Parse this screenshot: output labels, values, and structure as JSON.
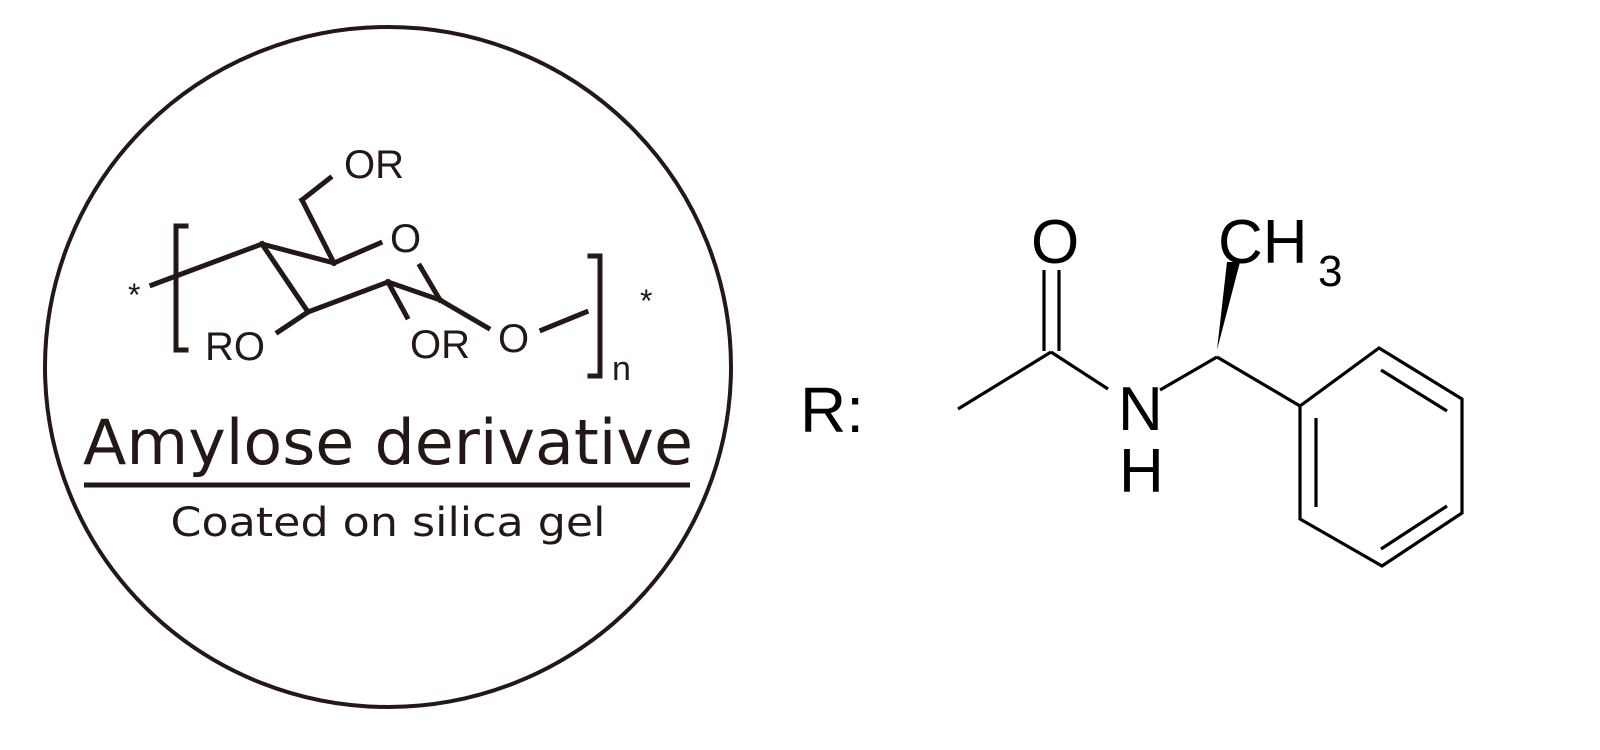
{
  "left_panel": {
    "title": "Amylose derivative",
    "subtitle": "Coated on silica gel",
    "atoms": {
      "or_top": "OR",
      "ring_o": "O",
      "ro_left": "RO",
      "or_bottom": "OR",
      "o_glycosidic": "O",
      "star_left": "*",
      "star_right": "*",
      "repeat_n": "n"
    }
  },
  "r_label": "R:",
  "right_panel": {
    "atoms": {
      "carbonyl_o": "O",
      "n": "N",
      "h": "H",
      "ch": "CH",
      "sub3": "3"
    }
  },
  "colors": {
    "left_ink": "#231815",
    "right_ink": "#000000",
    "background": "#ffffff"
  }
}
